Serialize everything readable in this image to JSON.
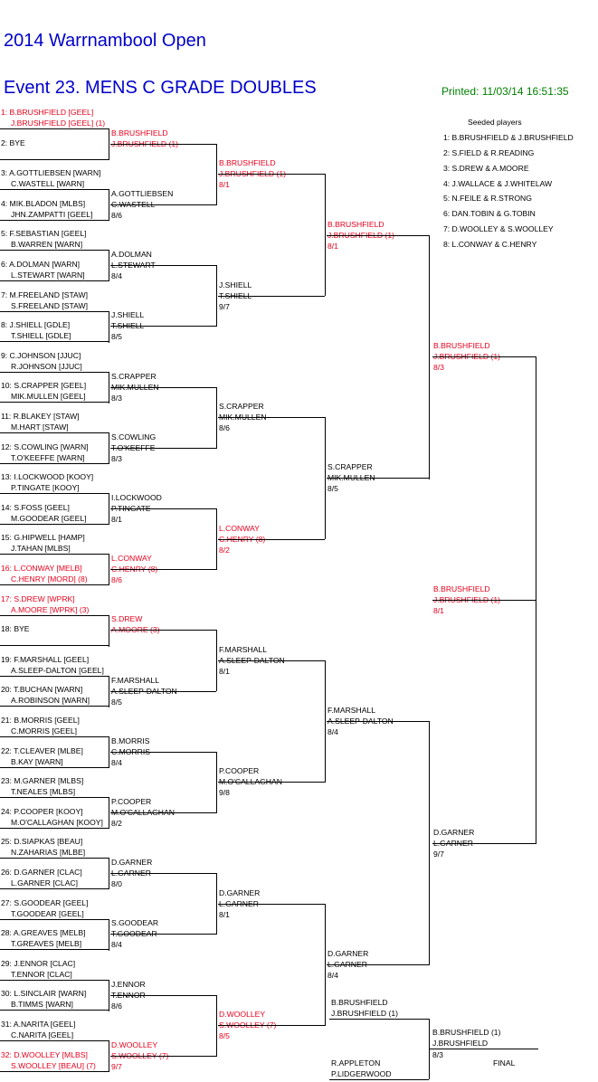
{
  "header": {
    "tournament": "2014 Warrnambool Open",
    "event": "Event 23. MENS C GRADE DOUBLES",
    "printed": "Printed: 11/03/14 16:51:35"
  },
  "seeds": {
    "title": "Seeded players",
    "items": [
      "1: B.BRUSHFIELD & J.BRUSHFIELD",
      "2: S.FIELD & R.READING",
      "3: S.DREW & A.MOORE",
      "4: J.WALLACE & J.WHITELAW",
      "5: N.FEILE & R.STRONG",
      "6: DAN.TOBIN & G.TOBIN",
      "7: D.WOOLLEY & S.WOOLLEY",
      "8: L.CONWAY & C.HENRY"
    ]
  },
  "draw": [
    {
      "a": "1: B.BRUSHFIELD [GEEL]",
      "b": "J.BRUSHFIELD [GEEL] (1)",
      "seeded": true
    },
    {
      "a": "2: BYE",
      "b": "",
      "seeded": false
    },
    {
      "a": "3: A.GOTTLIEBSEN [WARN]",
      "b": "C.WASTELL [WARN]",
      "seeded": false
    },
    {
      "a": "4: MIK.BLADON [MLBS]",
      "b": "JHN.ZAMPATTI [GEEL]",
      "seeded": false
    },
    {
      "a": "5: F.SEBASTIAN [GEEL]",
      "b": "B.WARREN [WARN]",
      "seeded": false
    },
    {
      "a": "6: A.DOLMAN [WARN]",
      "b": "L.STEWART [WARN]",
      "seeded": false
    },
    {
      "a": "7: M.FREELAND [STAW]",
      "b": "S.FREELAND [STAW]",
      "seeded": false
    },
    {
      "a": "8: J.SHIELL [GDLE]",
      "b": "T.SHIELL [GDLE]",
      "seeded": false
    },
    {
      "a": "9: C.JOHNSON [JJUC]",
      "b": "R.JOHNSON [JJUC]",
      "seeded": false
    },
    {
      "a": "10: S.CRAPPER [GEEL]",
      "b": "MIK.MULLEN [GEEL]",
      "seeded": false
    },
    {
      "a": "11: R.BLAKEY [STAW]",
      "b": "M.HART [STAW]",
      "seeded": false
    },
    {
      "a": "12: S.COWLING [WARN]",
      "b": "T.O'KEEFFE [WARN]",
      "seeded": false
    },
    {
      "a": "13: I.LOCKWOOD [KOOY]",
      "b": "P.TINGATE [KOOY]",
      "seeded": false
    },
    {
      "a": "14: S.FOSS [GEEL]",
      "b": "M.GOODEAR [GEEL]",
      "seeded": false
    },
    {
      "a": "15: G.HIPWELL [HAMP]",
      "b": "J.TAHAN [MLBS]",
      "seeded": false
    },
    {
      "a": "16: L.CONWAY [MELB]",
      "b": "C.HENRY [MORD] (8)",
      "seeded": true
    },
    {
      "a": "17: S.DREW [WPRK]",
      "b": "A.MOORE [WPRK] (3)",
      "seeded": true
    },
    {
      "a": "18: BYE",
      "b": "",
      "seeded": false
    },
    {
      "a": "19: F.MARSHALL [GEEL]",
      "b": "A.SLEEP-DALTON [GEEL]",
      "seeded": false
    },
    {
      "a": "20: T.BUCHAN [WARN]",
      "b": "A.ROBINSON [WARN]",
      "seeded": false
    },
    {
      "a": "21: B.MORRIS [GEEL]",
      "b": "C.MORRIS [GEEL]",
      "seeded": false
    },
    {
      "a": "22: T.CLEAVER [MLBE]",
      "b": "B.KAY [WARN]",
      "seeded": false
    },
    {
      "a": "23: M.GARNER [MLBS]",
      "b": "T.NEALES [MLBS]",
      "seeded": false
    },
    {
      "a": "24: P.COOPER [KOOY]",
      "b": "M.O'CALLAGHAN [KOOY]",
      "seeded": false
    },
    {
      "a": "25: D.SIAPKAS [BEAU]",
      "b": "N.ZAHARIAS [MLBE]",
      "seeded": false
    },
    {
      "a": "26: D.GARNER [CLAC]",
      "b": "L.GARNER [CLAC]",
      "seeded": false
    },
    {
      "a": "27: S.GOODEAR [GEEL]",
      "b": "T.GOODEAR [GEEL]",
      "seeded": false
    },
    {
      "a": "28: A.GREAVES [MELB]",
      "b": "T.GREAVES [MELB]",
      "seeded": false
    },
    {
      "a": "29: J.ENNOR [CLAC]",
      "b": "T.ENNOR [CLAC]",
      "seeded": false
    },
    {
      "a": "30: L.SINCLAIR [WARN]",
      "b": "B.TIMMS [WARN]",
      "seeded": false
    },
    {
      "a": "31: A.NARITA [GEEL]",
      "b": "C.NARITA [GEEL]",
      "seeded": false
    },
    {
      "a": "32: D.WOOLLEY [MLBS]",
      "b": "S.WOOLLEY [BEAU] (7)",
      "seeded": true
    }
  ],
  "r2": [
    {
      "a": "B.BRUSHFIELD",
      "b": "J.BRUSHFIELD (1)",
      "score": "",
      "seeded": true
    },
    {
      "a": "A.GOTTLIEBSEN",
      "b": "C.WASTELL",
      "score": "8/6",
      "seeded": false
    },
    {
      "a": "A.DOLMAN",
      "b": "L.STEWART",
      "score": "8/4",
      "seeded": false
    },
    {
      "a": "J.SHIELL",
      "b": "T.SHIELL",
      "score": "8/5",
      "seeded": false
    },
    {
      "a": "S.CRAPPER",
      "b": "MIK.MULLEN",
      "score": "8/3",
      "seeded": false
    },
    {
      "a": "S.COWLING",
      "b": "T.O'KEEFFE",
      "score": "8/3",
      "seeded": false
    },
    {
      "a": "I.LOCKWOOD",
      "b": "P.TINGATE",
      "score": "8/1",
      "seeded": false
    },
    {
      "a": "L.CONWAY",
      "b": "C.HENRY (8)",
      "score": "8/6",
      "seeded": true
    },
    {
      "a": "S.DREW",
      "b": "A.MOORE (3)",
      "score": "",
      "seeded": true
    },
    {
      "a": "F.MARSHALL",
      "b": "A.SLEEP-DALTON",
      "score": "8/5",
      "seeded": false
    },
    {
      "a": "B.MORRIS",
      "b": "C.MORRIS",
      "score": "8/4",
      "seeded": false
    },
    {
      "a": "P.COOPER",
      "b": "M.O'CALLAGHAN",
      "score": "8/2",
      "seeded": false
    },
    {
      "a": "D.GARNER",
      "b": "L.GARNER",
      "score": "8/0",
      "seeded": false
    },
    {
      "a": "S.GOODEAR",
      "b": "T.GOODEAR",
      "score": "8/4",
      "seeded": false
    },
    {
      "a": "J.ENNOR",
      "b": "T.ENNOR",
      "score": "8/6",
      "seeded": false
    },
    {
      "a": "D.WOOLLEY",
      "b": "S.WOOLLEY (7)",
      "score": "9/7",
      "seeded": true
    }
  ],
  "r3": [
    {
      "a": "B.BRUSHFIELD",
      "b": "J.BRUSHFIELD (1)",
      "score": "8/1",
      "seeded": true
    },
    {
      "a": "J.SHIELL",
      "b": "T.SHIELL",
      "score": "9/7",
      "seeded": false
    },
    {
      "a": "S.CRAPPER",
      "b": "MIK.MULLEN",
      "score": "8/6",
      "seeded": false
    },
    {
      "a": "L.CONWAY",
      "b": "C.HENRY (8)",
      "score": "8/2",
      "seeded": true
    },
    {
      "a": "F.MARSHALL",
      "b": "A.SLEEP-DALTON",
      "score": "8/1",
      "seeded": false
    },
    {
      "a": "P.COOPER",
      "b": "M.O'CALLAGHAN",
      "score": "9/8",
      "seeded": false
    },
    {
      "a": "D.GARNER",
      "b": "L.GARNER",
      "score": "8/1",
      "seeded": false
    },
    {
      "a": "D.WOOLLEY",
      "b": "S.WOOLLEY (7)",
      "score": "8/5",
      "seeded": true
    }
  ],
  "r4": [
    {
      "a": "B.BRUSHFIELD",
      "b": "J.BRUSHFIELD (1)",
      "score": "8/1",
      "seeded": true
    },
    {
      "a": "S.CRAPPER",
      "b": "MIK.MULLEN",
      "score": "8/5",
      "seeded": false
    },
    {
      "a": "F.MARSHALL",
      "b": "A.SLEEP-DALTON",
      "score": "8/4",
      "seeded": false
    },
    {
      "a": "D.GARNER",
      "b": "L.GARNER",
      "score": "8/4",
      "seeded": false
    }
  ],
  "r5": [
    {
      "a": "B.BRUSHFIELD",
      "b": "J.BRUSHFIELD (1)",
      "score": "8/3",
      "seeded": true
    },
    {
      "a": "D.GARNER",
      "b": "L.GARNER",
      "score": "9/7",
      "seeded": false
    }
  ],
  "r6": [
    {
      "a": "B.BRUSHFIELD",
      "b": "J.BRUSHFIELD (1)",
      "score": "8/1",
      "seeded": true
    }
  ],
  "final": {
    "top_a": "B.BRUSHFIELD",
    "top_b": "J.BRUSHFIELD (1)",
    "bottom_a": "R.APPLETON",
    "bottom_b": "P.LIDGERWOOD",
    "win_a": "B.BRUSHFIELD (1)",
    "win_b": "J.BRUSHFIELD",
    "score": "8/3",
    "label": "FINAL"
  },
  "colors": {
    "title": "#0000cc",
    "printed": "#008000",
    "seeded": "#e8001c",
    "text": "#000000"
  }
}
